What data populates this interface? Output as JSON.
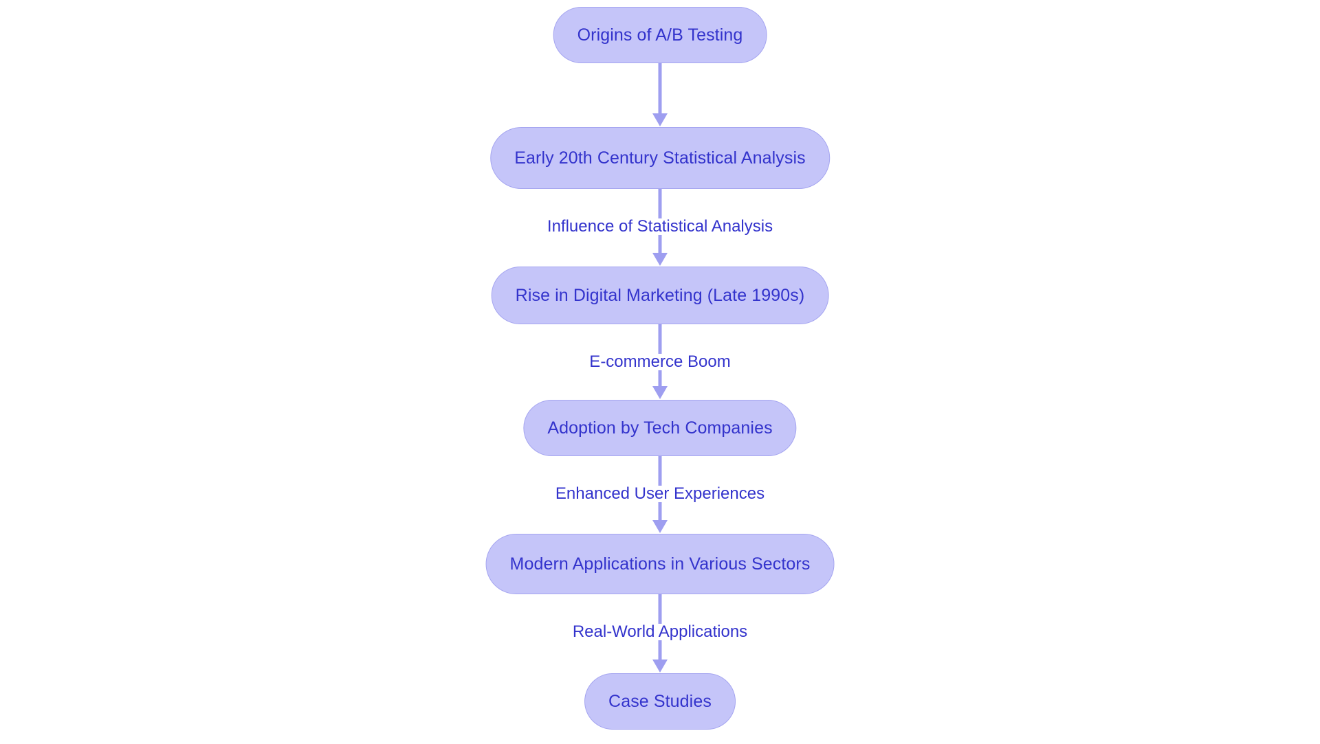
{
  "diagram": {
    "type": "flowchart",
    "orientation": "top-to-bottom",
    "background_color": "#ffffff",
    "node_fill_color": "#c5c5f9",
    "node_border_color": "#a5a5f0",
    "node_text_color": "#3333cc",
    "connector_color": "#9e9ef0",
    "edge_label_text_color": "#3333cc"
  },
  "nodes": [
    {
      "id": "n1",
      "label": "Origins of A/B Testing"
    },
    {
      "id": "n2",
      "label": "Early 20th Century Statistical Analysis"
    },
    {
      "id": "n3",
      "label": "Rise in Digital Marketing (Late 1990s)"
    },
    {
      "id": "n4",
      "label": "Adoption by Tech Companies"
    },
    {
      "id": "n5",
      "label": "Modern Applications in Various Sectors"
    },
    {
      "id": "n6",
      "label": "Case Studies"
    }
  ],
  "edges": [
    {
      "id": "e1",
      "from": "n1",
      "to": "n2",
      "label": ""
    },
    {
      "id": "e2",
      "from": "n2",
      "to": "n3",
      "label": "Influence of Statistical Analysis"
    },
    {
      "id": "e3",
      "from": "n3",
      "to": "n4",
      "label": "E-commerce Boom"
    },
    {
      "id": "e4",
      "from": "n4",
      "to": "n5",
      "label": "Enhanced User Experiences"
    },
    {
      "id": "e5",
      "from": "n5",
      "to": "n6",
      "label": "Real-World Applications"
    }
  ]
}
